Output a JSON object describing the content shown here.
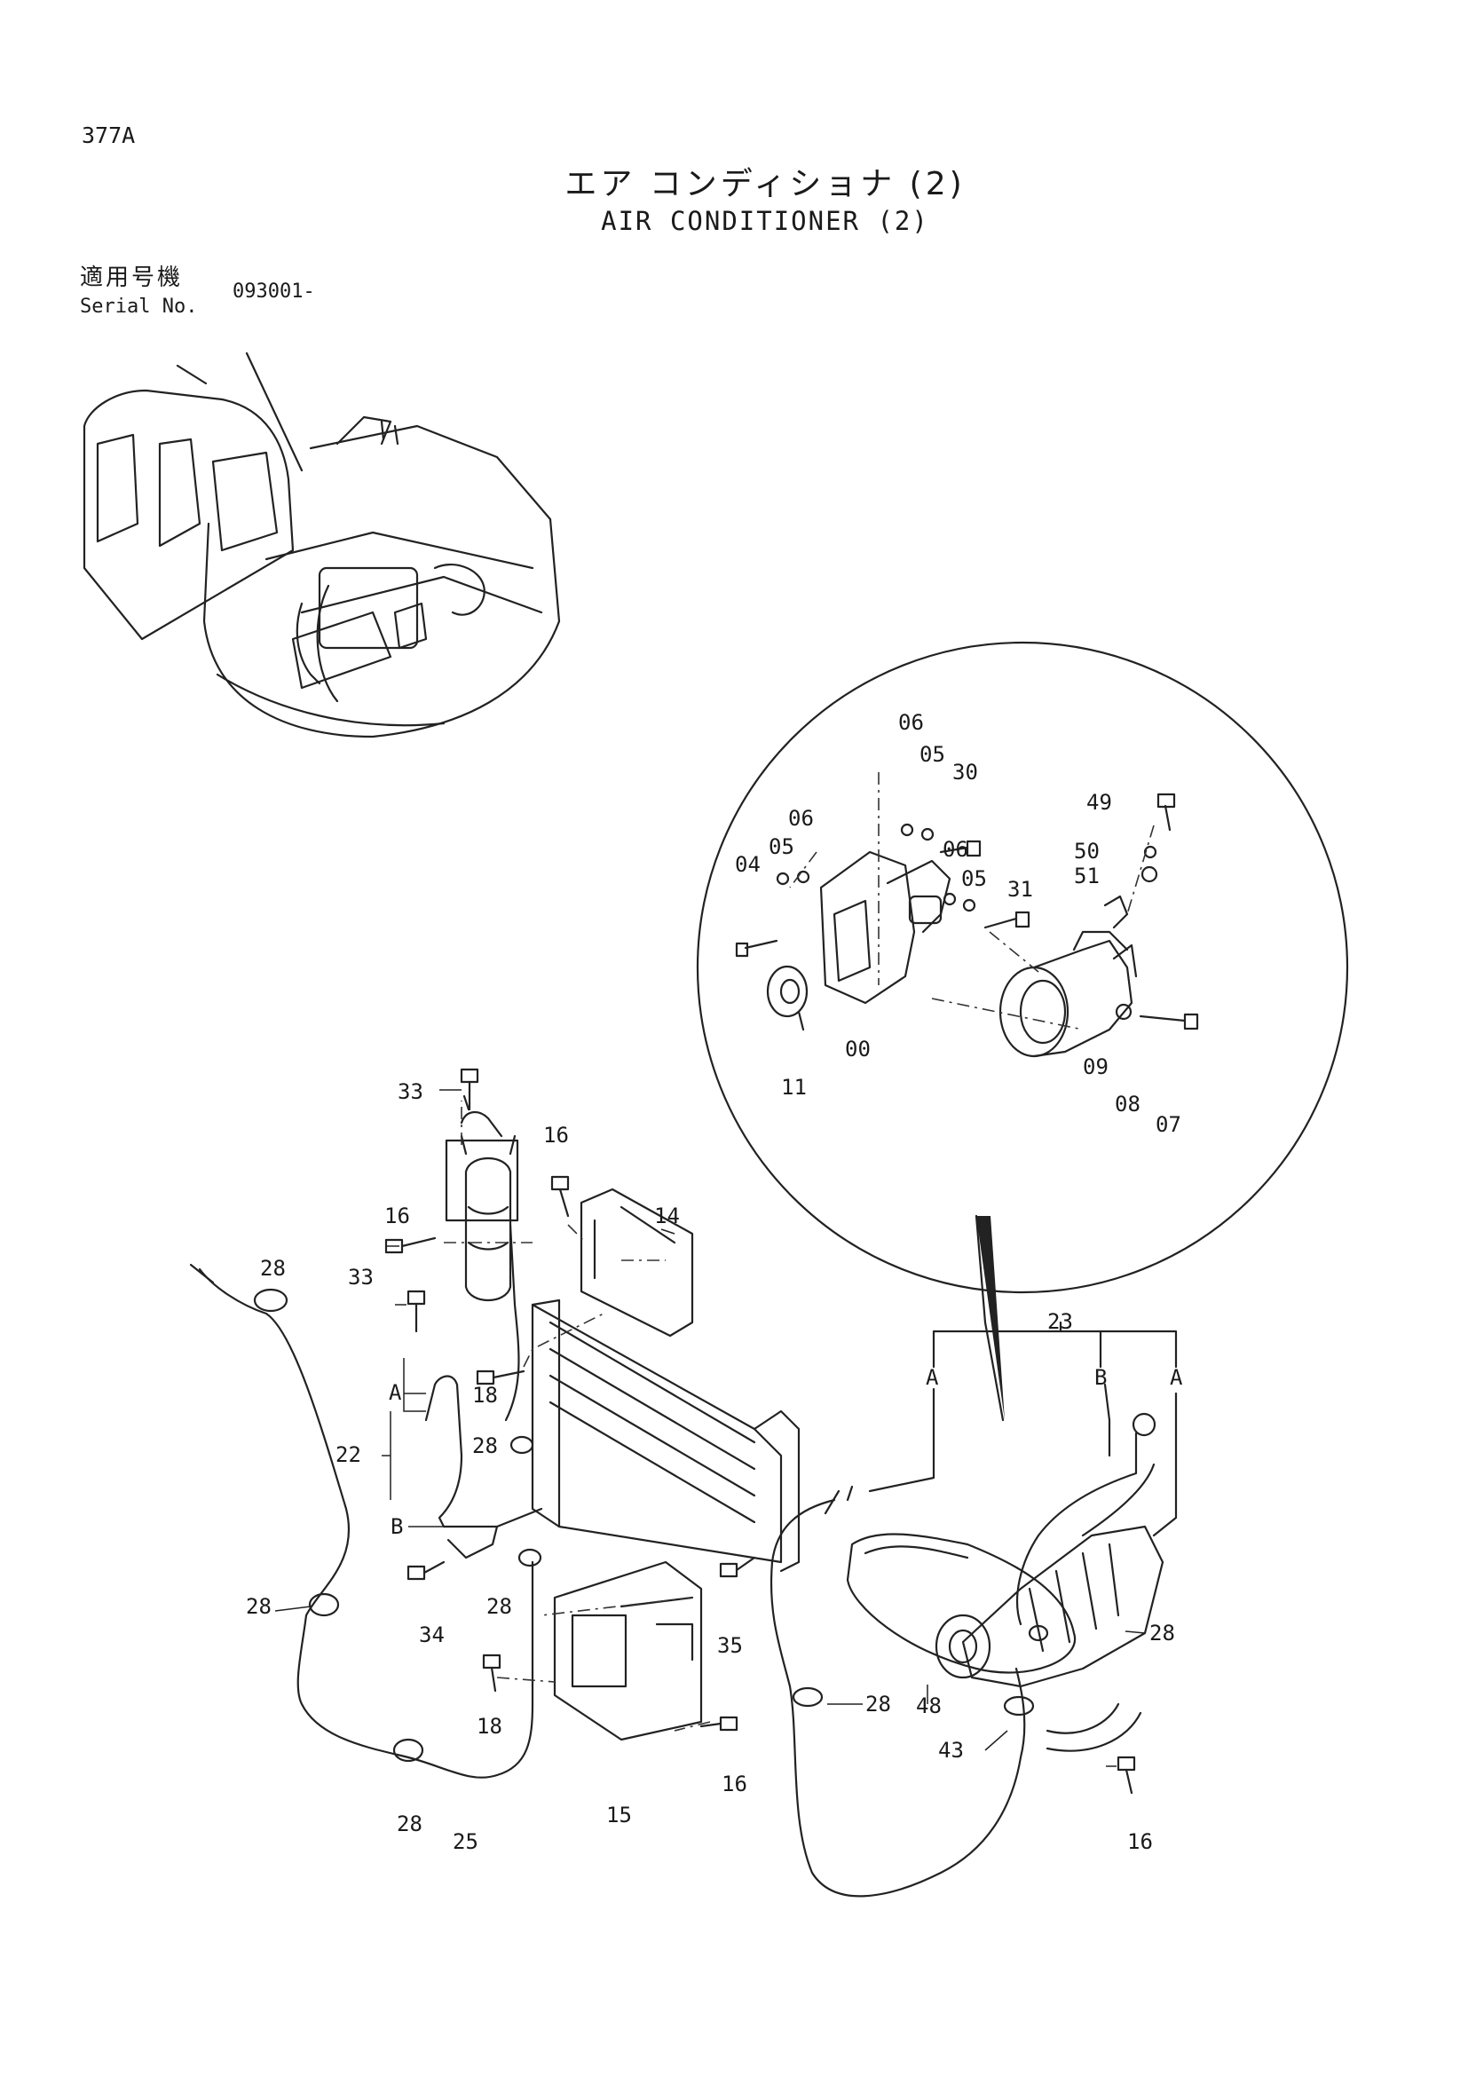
{
  "header": {
    "page_code": "377A",
    "title_jp": "エア コンディショナ (2)",
    "title_en": "AIR CONDITIONER (2)",
    "serial_label_jp": "適用号機",
    "serial_label_en": "Serial No.",
    "serial_value": "093001-"
  },
  "callouts": {
    "c06a": "06",
    "c05a": "05",
    "c30": "30",
    "c49": "49",
    "c06b": "06",
    "c05b": "05",
    "c04": "04",
    "c06c": "06",
    "c05c": "05",
    "c31": "31",
    "c50": "50",
    "c51": "51",
    "c11": "11",
    "c00": "00",
    "c09": "09",
    "c08": "08",
    "c07": "07",
    "c33a": "33",
    "c16a": "16",
    "c16b": "16",
    "c14": "14",
    "c28a": "28",
    "c33b": "33",
    "c18a": "18",
    "cA1": "A",
    "c22": "22",
    "c28b": "28",
    "cB1": "B",
    "c28c": "28",
    "c34": "34",
    "c28d": "28",
    "c35": "35",
    "c18b": "18",
    "c16c": "16",
    "c15": "15",
    "c28e": "28",
    "c25": "25",
    "c23": "23",
    "cA2": "A",
    "cB2": "B",
    "cA3": "A",
    "c28f": "28",
    "c28g": "28",
    "c48": "48",
    "c43": "43",
    "c16d": "16"
  }
}
